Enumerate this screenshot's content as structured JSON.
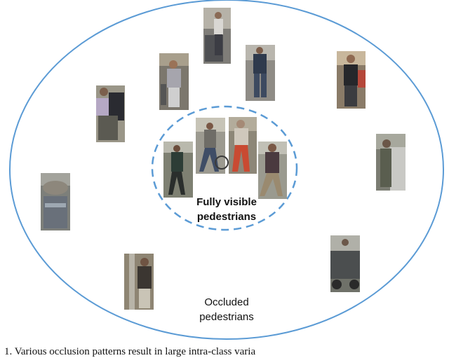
{
  "diagram": {
    "inner_label_line1": "Fully visible",
    "inner_label_line2": "pedestrians",
    "outer_label_line1": "Occluded",
    "outer_label_line2": "pedestrians",
    "caption_fragment": "1. Various occlusion patterns result in large intra-class varia",
    "colors": {
      "outer_ellipse": "#5b9bd5",
      "inner_ellipse": "#5b9bd5"
    }
  }
}
